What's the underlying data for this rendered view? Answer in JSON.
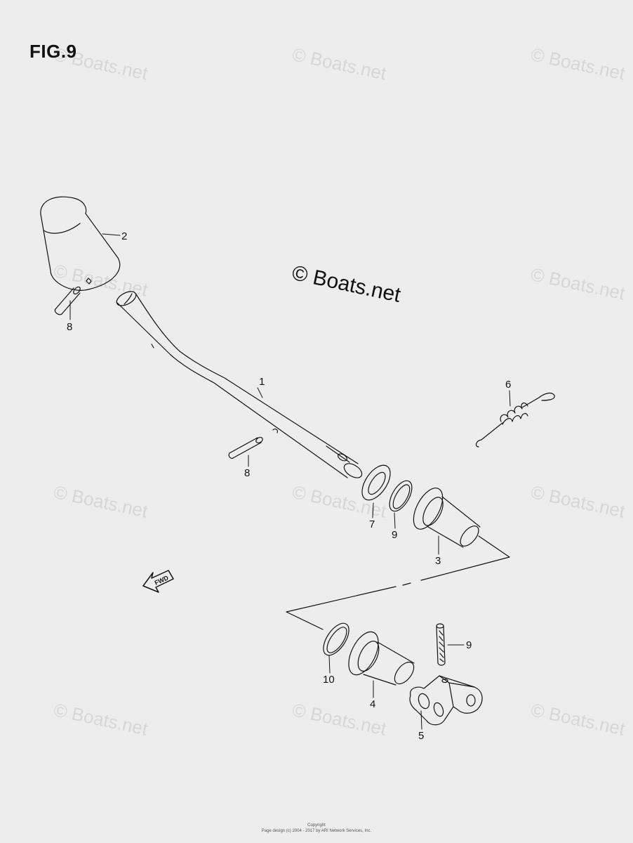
{
  "title": "FIG.9",
  "watermark": "© Boats.net",
  "center_watermark": "© Boats.net",
  "direction_label": "FWD",
  "callouts": {
    "c1": "1",
    "c2": "2",
    "c3": "3",
    "c4": "4",
    "c5": "5",
    "c6": "6",
    "c7": "7",
    "c8a": "8",
    "c8b": "8",
    "c9a": "9",
    "c9b": "9",
    "c10": "10"
  },
  "footer": {
    "line1": "Copyright",
    "line2": "Page design (c) 2004 - 2017 by ARI Network Services, Inc."
  },
  "colors": {
    "background": "#ededed",
    "line": "#111111",
    "watermark": "#d6d6d6"
  }
}
